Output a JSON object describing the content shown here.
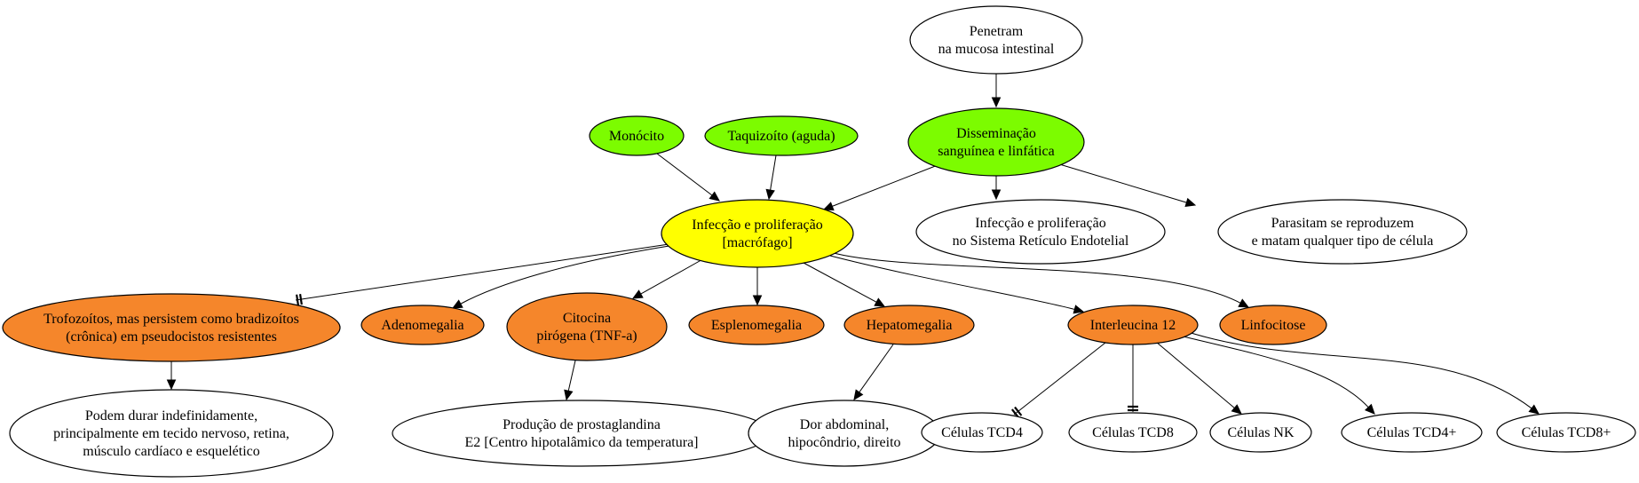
{
  "colors": {
    "green": "#7cfc00",
    "yellow": "#ffff00",
    "orange": "#f5862b",
    "white": "#ffffff"
  },
  "nodes": {
    "penetram": {
      "lines": [
        "Penetram",
        "na mucosa intestinal"
      ],
      "fill": "white"
    },
    "monocito": {
      "lines": [
        "Monócito"
      ],
      "fill": "green"
    },
    "taquizoito": {
      "lines": [
        "Taquizoíto (aguda)"
      ],
      "fill": "green"
    },
    "disseminacao": {
      "lines": [
        "Disseminação",
        "sanguínea e linfática"
      ],
      "fill": "green"
    },
    "infeccao_macrofago": {
      "lines": [
        "Infecção e proliferação",
        "[macrófago]"
      ],
      "fill": "yellow"
    },
    "infeccao_sre": {
      "lines": [
        "Infecção e proliferação",
        "no Sistema Retículo Endotelial"
      ],
      "fill": "white"
    },
    "parasitam": {
      "lines": [
        "Parasitam se reproduzem",
        "e matam qualquer tipo de célula"
      ],
      "fill": "white"
    },
    "trofozoitos": {
      "lines": [
        "Trofozoítos, mas persistem como bradizoítos",
        "(crônica) em pseudocistos resistentes"
      ],
      "fill": "orange"
    },
    "adenomegalia": {
      "lines": [
        "Adenomegalia"
      ],
      "fill": "orange"
    },
    "citocina": {
      "lines": [
        "Citocina",
        "pirógena (TNF-a)"
      ],
      "fill": "orange"
    },
    "esplenomegalia": {
      "lines": [
        "Esplenomegalia"
      ],
      "fill": "orange"
    },
    "hepatomegalia": {
      "lines": [
        "Hepatomegalia"
      ],
      "fill": "orange"
    },
    "interleucina": {
      "lines": [
        "Interleucina 12"
      ],
      "fill": "orange"
    },
    "linfocitose": {
      "lines": [
        "Linfocitose"
      ],
      "fill": "orange"
    },
    "podem_durar": {
      "lines": [
        "Podem durar indefinidamente,",
        "principalmente em tecido nervoso, retina,",
        "músculo cardíaco e esquelético"
      ],
      "fill": "white"
    },
    "prostaglandina": {
      "lines": [
        "Produção de prostaglandina",
        "E2 [Centro hipotalâmico da temperatura]"
      ],
      "fill": "white"
    },
    "dor_abdominal": {
      "lines": [
        "Dor abdominal,",
        "hipocôndrio, direito"
      ],
      "fill": "white"
    },
    "tcd4": {
      "lines": [
        "Células TCD4"
      ],
      "fill": "white"
    },
    "tcd8": {
      "lines": [
        "Células TCD8"
      ],
      "fill": "white"
    },
    "nk": {
      "lines": [
        "Células NK"
      ],
      "fill": "white"
    },
    "tcd4plus": {
      "lines": [
        "Células TCD4+"
      ],
      "fill": "white"
    },
    "tcd8plus": {
      "lines": [
        "Células TCD8+"
      ],
      "fill": "white"
    }
  },
  "edges": [
    {
      "from": "penetram",
      "to": "disseminacao",
      "head": "arrow"
    },
    {
      "from": "monocito",
      "to": "infeccao_macrofago",
      "head": "arrow"
    },
    {
      "from": "taquizoito",
      "to": "infeccao_macrofago",
      "head": "arrow"
    },
    {
      "from": "disseminacao",
      "to": "infeccao_macrofago",
      "head": "arrow"
    },
    {
      "from": "disseminacao",
      "to": "infeccao_sre",
      "head": "arrow"
    },
    {
      "from": "disseminacao",
      "to": "parasitam",
      "head": "arrow"
    },
    {
      "from": "infeccao_macrofago",
      "to": "trofozoitos",
      "head": "tee"
    },
    {
      "from": "infeccao_macrofago",
      "to": "adenomegalia",
      "head": "arrow"
    },
    {
      "from": "infeccao_macrofago",
      "to": "citocina",
      "head": "arrow"
    },
    {
      "from": "infeccao_macrofago",
      "to": "esplenomegalia",
      "head": "arrow"
    },
    {
      "from": "infeccao_macrofago",
      "to": "hepatomegalia",
      "head": "arrow"
    },
    {
      "from": "infeccao_macrofago",
      "to": "interleucina",
      "head": "arrow"
    },
    {
      "from": "infeccao_macrofago",
      "to": "linfocitose",
      "head": "arrow"
    },
    {
      "from": "trofozoitos",
      "to": "podem_durar",
      "head": "arrow"
    },
    {
      "from": "citocina",
      "to": "prostaglandina",
      "head": "arrow"
    },
    {
      "from": "hepatomegalia",
      "to": "dor_abdominal",
      "head": "arrow"
    },
    {
      "from": "interleucina",
      "to": "tcd4",
      "head": "tee"
    },
    {
      "from": "interleucina",
      "to": "tcd8",
      "head": "tee"
    },
    {
      "from": "interleucina",
      "to": "nk",
      "head": "arrow"
    },
    {
      "from": "interleucina",
      "to": "tcd4plus",
      "head": "arrow"
    },
    {
      "from": "interleucina",
      "to": "tcd8plus",
      "head": "arrow"
    }
  ]
}
